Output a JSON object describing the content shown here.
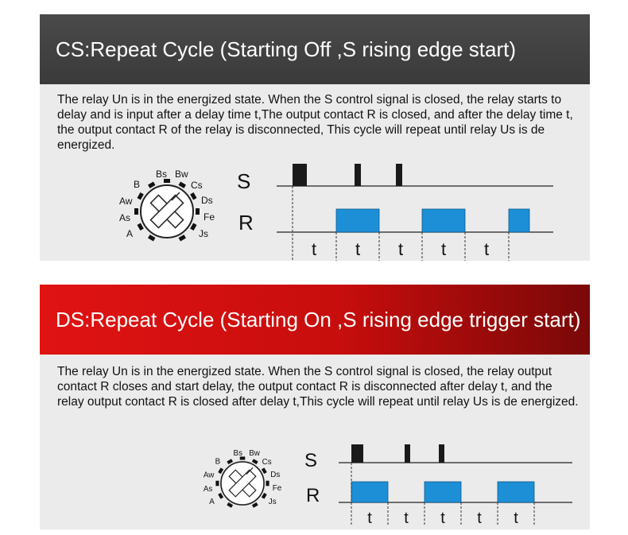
{
  "sections": [
    {
      "title": "CS:Repeat Cycle (Starting Off ,S rising edge start)",
      "description": "The relay Un is in the energized state. When the S control signal is closed,  the relay starts to delay and is input after a delay time t,The output contact R is closed, and after the delay time t, the output contact R of the relay is disconnected, This cycle will repeat until relay Us is de energized.",
      "header_color": "#444444",
      "dial_labels": [
        "B",
        "Bs",
        "Bw",
        "Cs",
        "Aw",
        "Ds",
        "As",
        "Fe",
        "A",
        "Js"
      ],
      "signal_s_label": "S",
      "signal_r_label": "R",
      "interval_labels": [
        "t",
        "t",
        "t",
        "t",
        "t"
      ]
    },
    {
      "title": "DS:Repeat Cycle (Starting On ,S rising edge trigger start)",
      "description": "The relay Un is in the energized state. When the S control signal is closed, the relay output contact R closes and start delay, the output contact R is disconnected after delay t, and the relay output contact R is closed after delay t,This cycle will repeat until relay Us is de energized.",
      "header_color": "#d40f0f",
      "dial_labels": [
        "B",
        "Bs",
        "Bw",
        "Cs",
        "Aw",
        "Ds",
        "As",
        "Fe",
        "A",
        "Js"
      ],
      "signal_s_label": "S",
      "signal_r_label": "R",
      "interval_labels": [
        "t",
        "t",
        "t",
        "t",
        "t"
      ]
    }
  ],
  "colors": {
    "pulse_s": "#1a1a1a",
    "pulse_r": "#1d8fd6",
    "panel_bg": "#ebebeb"
  }
}
